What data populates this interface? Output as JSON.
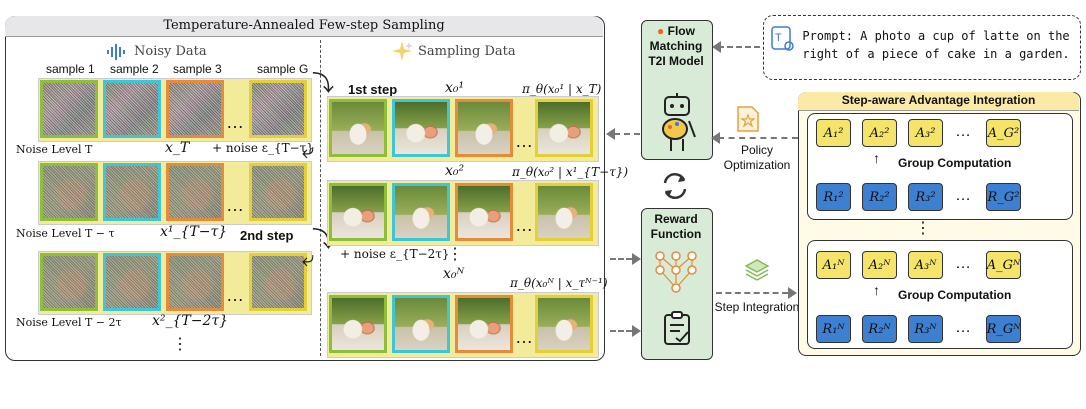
{
  "left_panel": {
    "title": "Temperature-Annealed Few-step Sampling",
    "noisy_header": "Noisy Data",
    "sampling_header": "Sampling Data",
    "sample_labels": [
      "sample 1",
      "sample 2",
      "sample 3",
      "sample G"
    ],
    "ellipsis": "…",
    "vertical_dots": "⋮",
    "rows": [
      {
        "noise_level": "Noise Level T",
        "latent": "x_T",
        "step_label": "1st step",
        "out_var": "x₀¹",
        "policy": "π_θ(x₀¹ | x_T)"
      },
      {
        "noise_level": "Noise Level T − τ",
        "latent": "x¹_{T−τ}",
        "step_label": "2nd step",
        "out_var": "x₀²",
        "policy": "π_θ(x₀² | x¹_{T−τ})"
      },
      {
        "noise_level": "Noise Level T − 2τ",
        "latent": "x²_{T−2τ}",
        "step_label": "",
        "out_var": "x₀ᴺ",
        "policy": "π_θ(x₀ᴺ | x_τᴺ⁻¹)"
      }
    ],
    "noise_add_1": "+ noise ε_{T−τ}",
    "noise_add_2": "+ noise ε_{T−2τ}"
  },
  "middle": {
    "flow_box_title": "Flow Matching T2I Model",
    "reward_box_title": "Reward Function",
    "policy_opt_label": "Policy Optimization",
    "step_integ_label": "Step Integration",
    "prompt_text": "Prompt: A photo a cup of latte on the right of a piece of cake in a garden."
  },
  "right_panel": {
    "title": "Step-aware Advantage Integration",
    "group_label": "Group Computation",
    "groups": [
      {
        "a_cells": [
          "A₁²",
          "A₂²",
          "A₃²",
          "A_G²"
        ],
        "r_cells": [
          "R₁²",
          "R₂²",
          "R₃²",
          "R_G²"
        ]
      },
      {
        "a_cells": [
          "A₁ᴺ",
          "A₂ᴺ",
          "A₃ᴺ",
          "A_Gᴺ"
        ],
        "r_cells": [
          "R₁ᴺ",
          "R₂ᴺ",
          "R₃ᴺ",
          "R_Gᴺ"
        ]
      }
    ],
    "ellipsis": "…",
    "vertical_dots": "⋮"
  },
  "colors": {
    "thumb_borders": [
      "#8fbf3a",
      "#3ec6d6",
      "#e58c3c",
      "#e3cf3a"
    ],
    "model_box": "#d7ebd7",
    "adv_panel": "#fffbe7",
    "a_cell": "#f4e46a",
    "r_cell": "#3d7fd1"
  }
}
